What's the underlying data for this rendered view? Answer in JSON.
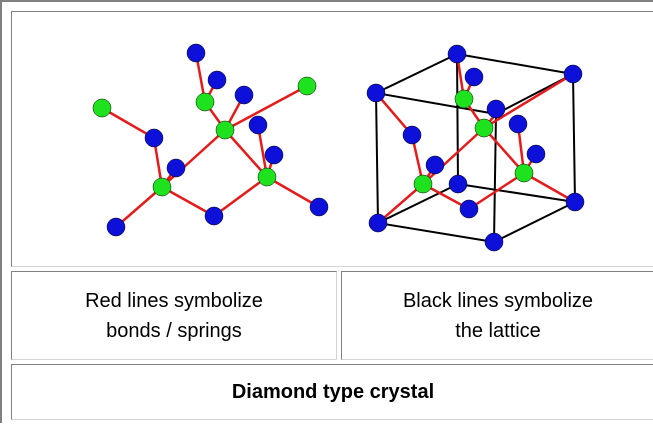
{
  "captions": {
    "left": "Red lines symbolize\nbonds / springs",
    "right": "Black lines symbolize\nthe lattice",
    "title": "Diamond type crystal"
  },
  "colors": {
    "bond": "#e31b1b",
    "lattice": "#000000",
    "atom_blue": "#0d10d8",
    "atom_green": "#1ee21e"
  }
}
